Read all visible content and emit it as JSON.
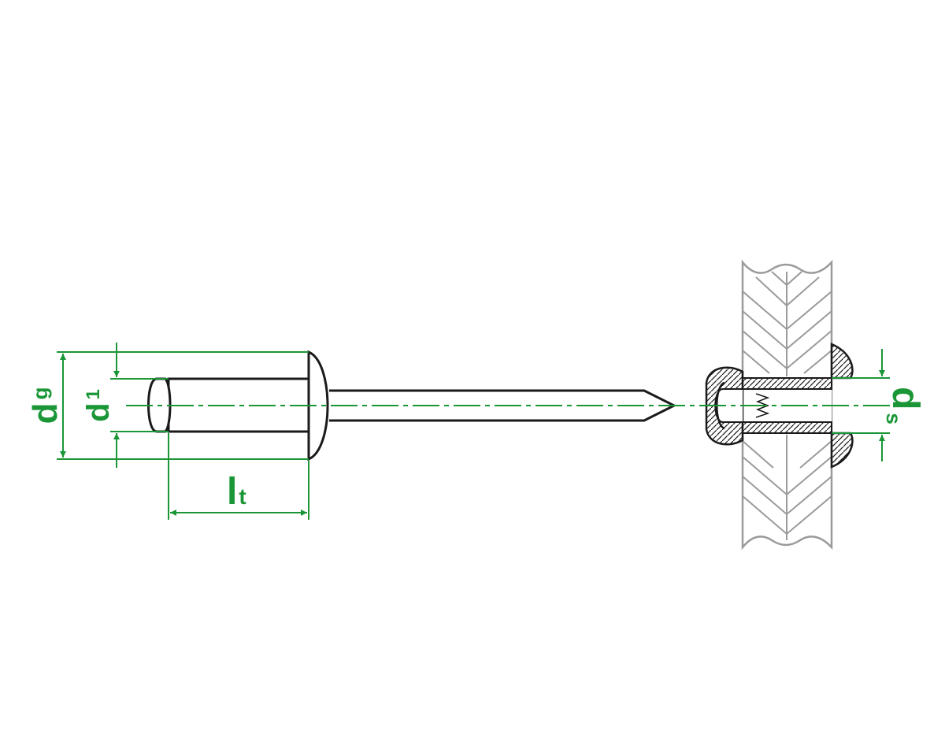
{
  "colors": {
    "outline": "#1a1a1a",
    "dimension": "#1a9636",
    "material": "#9a9a9a",
    "background": "#ffffff"
  },
  "labels": {
    "dg_main": "d",
    "dg_sub": "g",
    "d1_main": "d",
    "d1_sub": "1",
    "lt_main": "l",
    "lt_sub": "t",
    "ds_main": "d",
    "ds_sub": "s"
  }
}
